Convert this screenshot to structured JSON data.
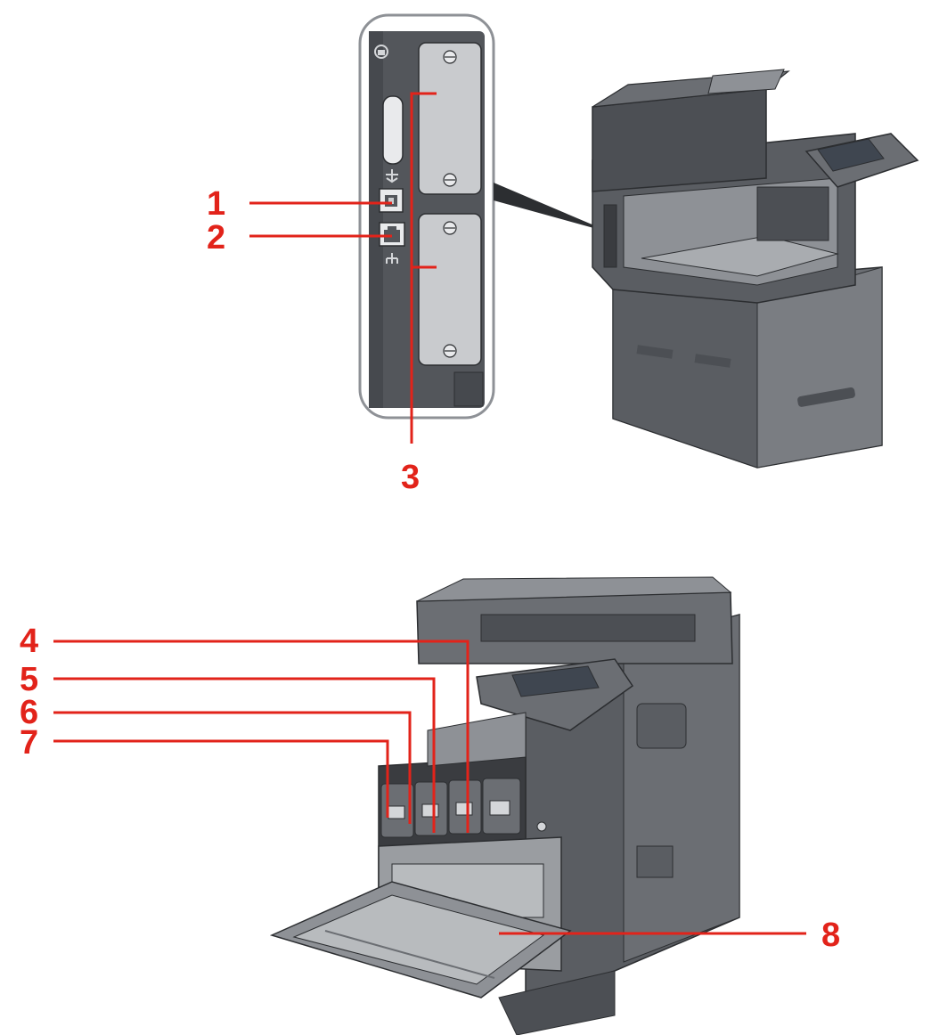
{
  "colors": {
    "callout": "#e2231a",
    "body_dark": "#4c4f54",
    "body_mid": "#6b6e73",
    "body_light": "#8e9196",
    "panel_light": "#d4d6d9",
    "screen": "#3f4650",
    "outline": "#2c2e31"
  },
  "callouts": [
    {
      "id": "1",
      "label": "1",
      "target": "usb-port"
    },
    {
      "id": "2",
      "label": "2",
      "target": "network-port"
    },
    {
      "id": "3",
      "label": "3",
      "target": "option-slots"
    },
    {
      "id": "4",
      "label": "4",
      "target": "toner-container-k"
    },
    {
      "id": "5",
      "label": "5",
      "target": "toner-container-c"
    },
    {
      "id": "6",
      "label": "6",
      "target": "toner-container-m"
    },
    {
      "id": "7",
      "label": "7",
      "target": "toner-container-y"
    },
    {
      "id": "8",
      "label": "8",
      "target": "waste-toner-box"
    }
  ],
  "icons": {
    "usb": "usb-icon",
    "network": "network-icon",
    "power_indicator": "power-icon"
  }
}
